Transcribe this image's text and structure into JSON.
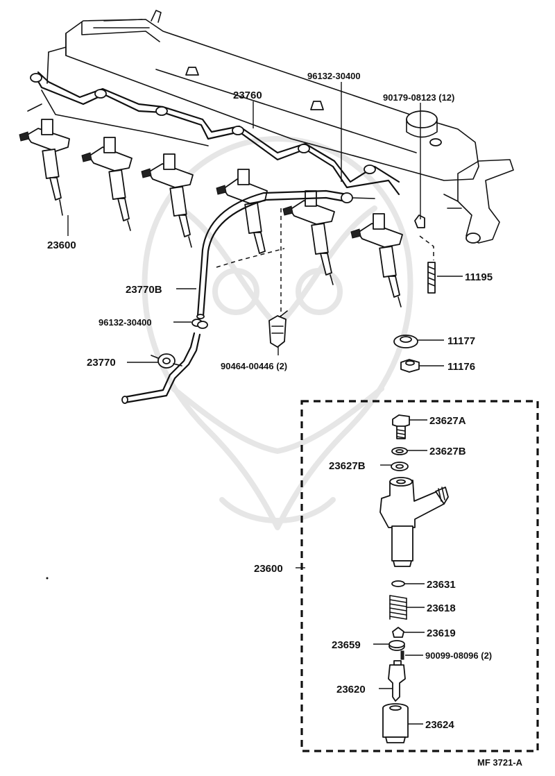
{
  "labels": {
    "injector_pipe_set": "23760",
    "union_bolt_gasket_top": "96132-30400",
    "clamp_bolt": "90179-08123 (12)",
    "injector_assy": "23600",
    "stud": "11195",
    "leakage_pipe": "23770B",
    "gasket_leakage": "96132-30400",
    "leakage_pipe_lower": "23770",
    "clamp": "90464-00446 (2)",
    "seat": "11177",
    "nut": "11176",
    "holder_bolt": "23627A",
    "gasket_a": "23627B",
    "gasket_b": "23627B",
    "injector_detail": "23600",
    "spring_seat": "23631",
    "pressure_spring": "23618",
    "pin": "23619",
    "spacer": "23659",
    "dowel_pin": "90099-08096 (2)",
    "nozzle": "23620",
    "nozzle_nut": "23624",
    "figure_code": "MF  3721-A"
  }
}
